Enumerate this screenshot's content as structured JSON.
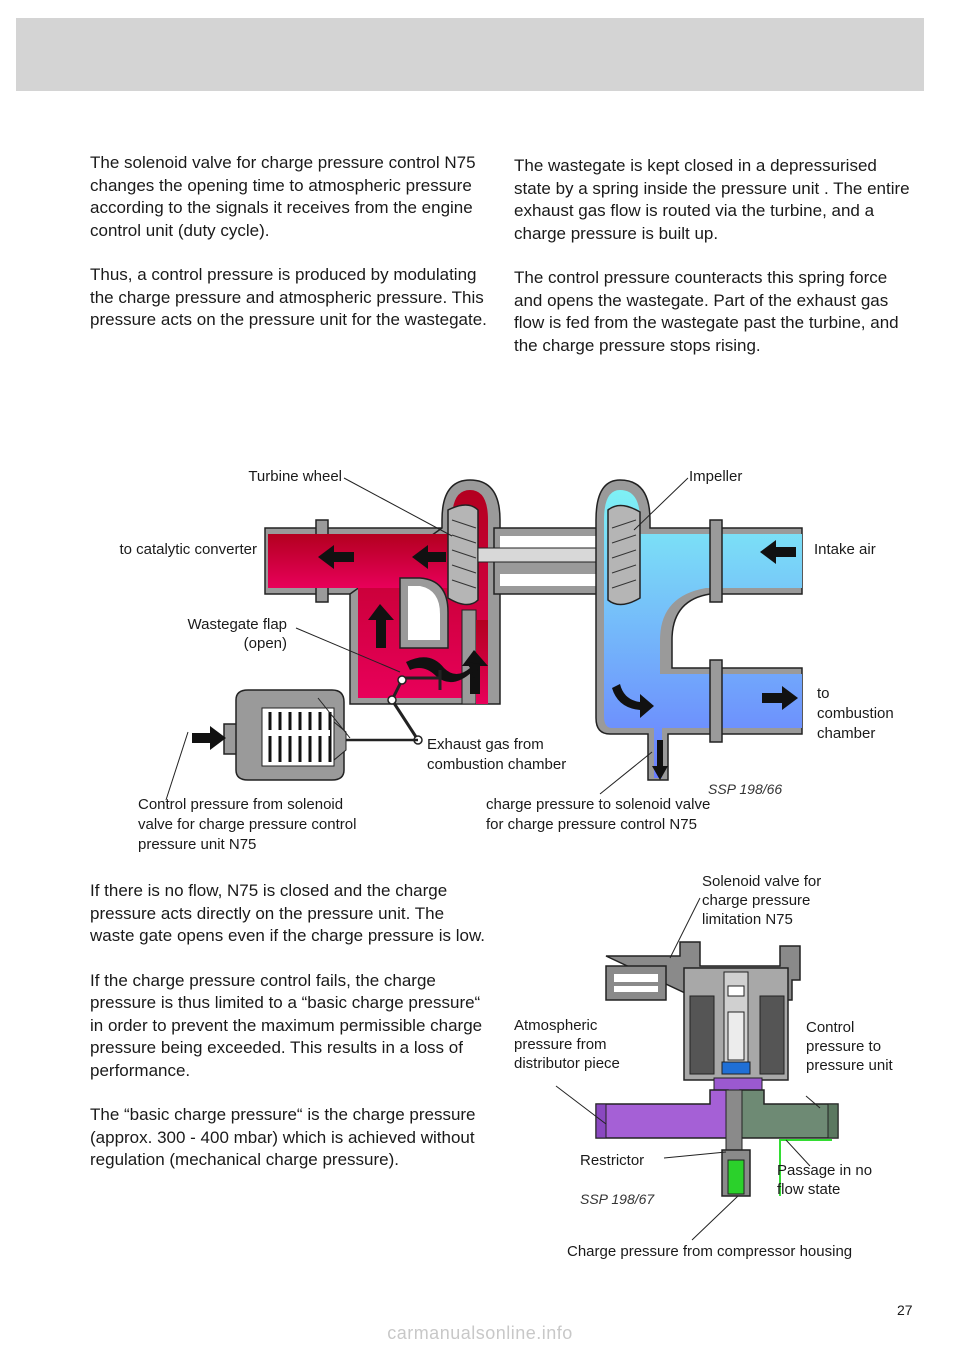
{
  "page": {
    "number": "27",
    "watermark": "carmanualsonline.info"
  },
  "intro_left": [
    "The solenoid valve for charge pressure control N75 changes the opening time to atmospheric pressure according to the signals it receives from the engine control unit (duty cycle).",
    "Thus, a control pressure is produced by modulating the charge pressure and atmospheric pressure. This pressure acts on the pressure unit for the wastegate."
  ],
  "intro_right": [
    "The wastegate is kept closed in a depressurised state by a spring inside the pressure unit . The entire exhaust gas flow is routed via the turbine, and a charge pressure is built up.",
    "The control pressure counteracts this spring force and opens the wastegate. Part of the exhaust gas flow is fed from the wastegate past the turbine, and the charge pressure stops rising."
  ],
  "turbo_diagram": {
    "labels": {
      "turbine_wheel": "Turbine wheel",
      "impeller": "Impeller",
      "to_catalytic_converter": "to catalytic converter",
      "intake_air": "Intake air",
      "wastegate_flap_line1": "Wastegate flap",
      "wastegate_flap_line2": "(open)",
      "to_combustion_line1": "to",
      "to_combustion_line2": "combustion",
      "to_combustion_line3": "chamber",
      "exhaust_line1": "Exhaust gas from",
      "exhaust_line2": "combustion chamber",
      "control_line1": "Control pressure from solenoid",
      "control_line2": "valve for charge pressure control",
      "control_line3": "pressure unit N75",
      "charge_line1": "charge pressure to solenoid valve",
      "charge_line2": "for charge pressure control N75"
    },
    "ref": "SSP 198/66"
  },
  "bottom_left": [
    "If there is no flow, N75 is closed and the charge pressure acts directly on the pressure unit. The waste gate opens even if the charge pressure is low.",
    "If the charge pressure control fails, the charge pressure is thus limited to a “basic charge pressure“ in order to prevent the maximum permissible charge pressure being exceeded. This results in a loss of performance.",
    "The “basic charge pressure“ is the charge pressure (approx. 300 - 400 mbar) which is achieved without regulation (mechanical charge pressure)."
  ],
  "valve_diagram": {
    "labels": {
      "solenoid_line1": "Solenoid valve for",
      "solenoid_line2": "charge pressure",
      "solenoid_line3": "limitation N75",
      "atmos_line1": "Atmospheric",
      "atmos_line2": "pressure from",
      "atmos_line3": "distributor piece",
      "control_line1": "Control",
      "control_line2": "pressure to",
      "control_line3": "pressure unit",
      "restrictor": "Restrictor",
      "passage_line1": "Passage in no",
      "passage_line2": "flow state",
      "charge_from_compressor": "Charge pressure from compressor housing"
    },
    "ref": "SSP 198/67"
  }
}
